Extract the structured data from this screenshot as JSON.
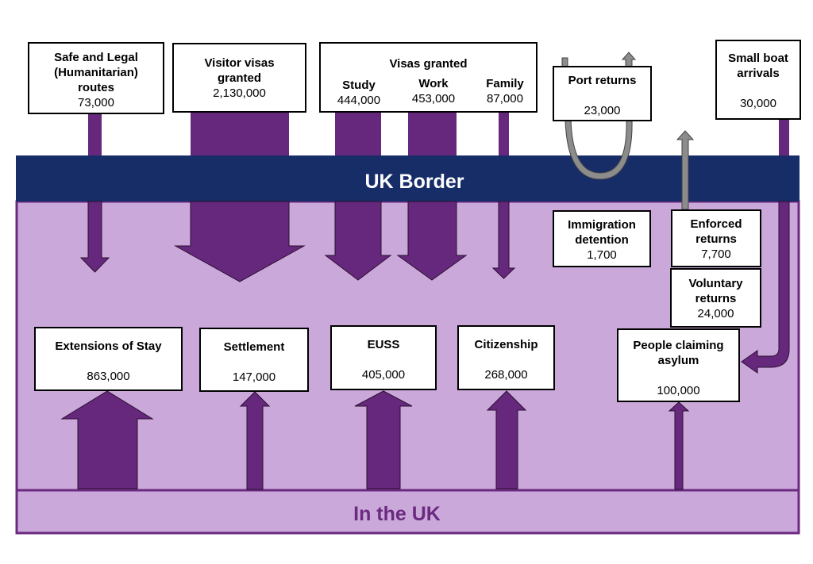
{
  "colors": {
    "border_band": "#172d68",
    "uk_region": "#cba8da",
    "uk_frame": "#6a2a80",
    "flow_purple": "#66287c",
    "flow_grey": "#8c8c8c",
    "border_text": "#ffffff",
    "uk_text": "#6a2a80"
  },
  "bands": {
    "uk_border": "UK Border",
    "in_the_uk": "In the UK"
  },
  "inflows": [
    {
      "id": "safe-legal",
      "title": "Safe and Legal (Humanitarian) routes",
      "value": "73,000"
    },
    {
      "id": "visitor-visas",
      "title": "Visitor visas granted",
      "value": "2,130,000"
    },
    {
      "id": "small-boat",
      "title": "Small boat arrivals",
      "value": "30,000"
    }
  ],
  "visas_granted": {
    "title": "Visas granted",
    "items": [
      {
        "label": "Study",
        "value": "444,000"
      },
      {
        "label": "Work",
        "value": "453,000"
      },
      {
        "label": "Family",
        "value": "87,000"
      }
    ]
  },
  "returns": {
    "port": {
      "title": "Port returns",
      "value": "23,000"
    },
    "detention": {
      "title": "Immigration detention",
      "value": "1,700"
    },
    "enforced": {
      "title": "Enforced returns",
      "value": "7,700"
    },
    "voluntary": {
      "title": "Voluntary returns",
      "value": "24,000"
    }
  },
  "in_uk": [
    {
      "id": "extensions",
      "title": "Extensions of Stay",
      "value": "863,000"
    },
    {
      "id": "settlement",
      "title": "Settlement",
      "value": "147,000"
    },
    {
      "id": "euss",
      "title": "EUSS",
      "value": "405,000"
    },
    {
      "id": "citizenship",
      "title": "Citizenship",
      "value": "268,000"
    },
    {
      "id": "asylum",
      "title": "People claiming asylum",
      "value": "100,000"
    }
  ]
}
